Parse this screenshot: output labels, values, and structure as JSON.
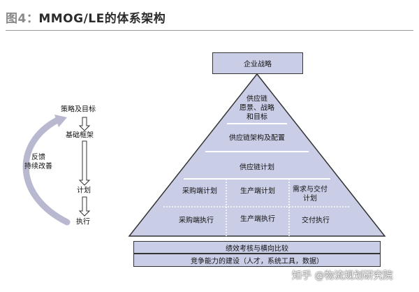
{
  "figure": {
    "number": "图4：",
    "title": "MMOG/LE的体系架构"
  },
  "strategy_box": "企业战略",
  "pyramid": {
    "level1": [
      "供应链",
      "愿景、战略",
      "和目标"
    ],
    "level2": "供应链架构及配置",
    "level3": "供应链计划",
    "plan_cells": [
      "采购端计划",
      "生产端计划",
      [
        "需求与交付",
        "计划"
      ]
    ],
    "exec_cells": [
      "采购端执行",
      "生产端执行",
      "交付执行"
    ]
  },
  "base": {
    "row1": "绩效考核与横向比较",
    "row2": "竞争能力的建设（人才，系统工具，数据）"
  },
  "left_flow": {
    "steps": [
      "策略及目标",
      "基础框架",
      "计划",
      "执行"
    ],
    "feedback": [
      "反馈",
      "持续改善"
    ]
  },
  "watermark": "知乎 @物流规划研究院",
  "colors": {
    "fill": "#c9cde6",
    "stroke": "#333333",
    "arc": "#b8b8d0"
  }
}
